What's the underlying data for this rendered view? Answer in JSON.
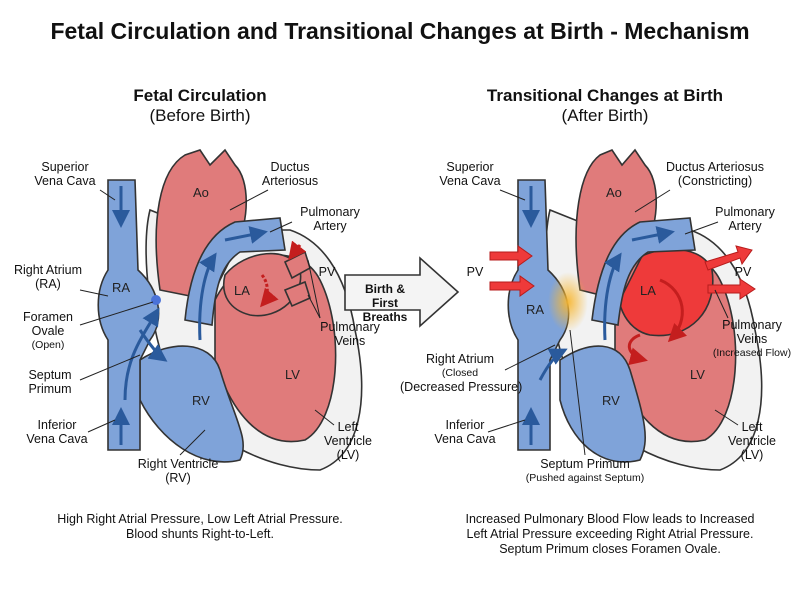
{
  "title": "Fetal Circulation and Transitional Changes at Birth - Mechanism",
  "left": {
    "title": "Fetal Circulation",
    "subtitle": "(Before Birth)",
    "labels": {
      "svc": [
        "Superior",
        "Vena Cava"
      ],
      "ductus": [
        "Ductus",
        "Arteriosus"
      ],
      "pa": [
        "Pulmonary",
        "Artery"
      ],
      "pv": "PV",
      "ra": [
        "Right Atrium",
        "(RA)"
      ],
      "fo": [
        "Foramen",
        "Ovale"
      ],
      "fo_note": "(Open)",
      "septum": [
        "Septum",
        "Primum"
      ],
      "ivc": [
        "Inferior",
        "Vena Cava"
      ],
      "rv_full": [
        "Right Ventricle",
        "(RV)"
      ],
      "lv_full": [
        "Left",
        "Ventricle",
        "(LV)"
      ],
      "pveins": [
        "Pulmonary",
        "Veins"
      ],
      "ao": "Ao",
      "la": "LA",
      "lv": "LV",
      "rv": "RV",
      "ra_short": "RA"
    },
    "caption": [
      "High Right Atrial Pressure, Low Left Atrial Pressure.",
      "Blood shunts Right-to-Left."
    ]
  },
  "middle": {
    "arrow_text": [
      "Birth &",
      "First Breaths"
    ]
  },
  "right": {
    "title": "Transitional Changes at Birth",
    "subtitle": "(After Birth)",
    "labels": {
      "svc": [
        "Superior",
        "Vena Cava"
      ],
      "ductus": [
        "Ductus Arteriosus",
        "(Constricting)"
      ],
      "pa": [
        "Pulmonary",
        "Artery"
      ],
      "pv_left": "PV",
      "pv_right": "PV",
      "ra": "Right Atrium",
      "ra_note": [
        "(Closed",
        "(Decreased Pressure)"
      ],
      "ivc": [
        "Inferior",
        "Vena Cava"
      ],
      "septum": "Septum Primum",
      "septum_note": "(Pushed against Septum)",
      "lv_full": [
        "Left",
        "Ventricle",
        "(LV)"
      ],
      "pveins": [
        "Pulmonary",
        "Veins"
      ],
      "pveins_note": "(Increased Flow)",
      "ao": "Ao",
      "la": "LA",
      "lv": "LV",
      "rv": "RV",
      "ra_short": "RA"
    },
    "caption": [
      "Increased Pulmonary Blood Flow leads to Increased",
      "Left Atrial Pressure exceeding Right Atrial Pressure.",
      "Septum Primum closes Foramen Ovale."
    ]
  },
  "colors": {
    "blue": "#7fa3d9",
    "blue_dark": "#2a5a9c",
    "red": "#e07b7b",
    "red_bright": "#ee3a3a",
    "outline": "#333333",
    "glow": "#f7b733"
  }
}
